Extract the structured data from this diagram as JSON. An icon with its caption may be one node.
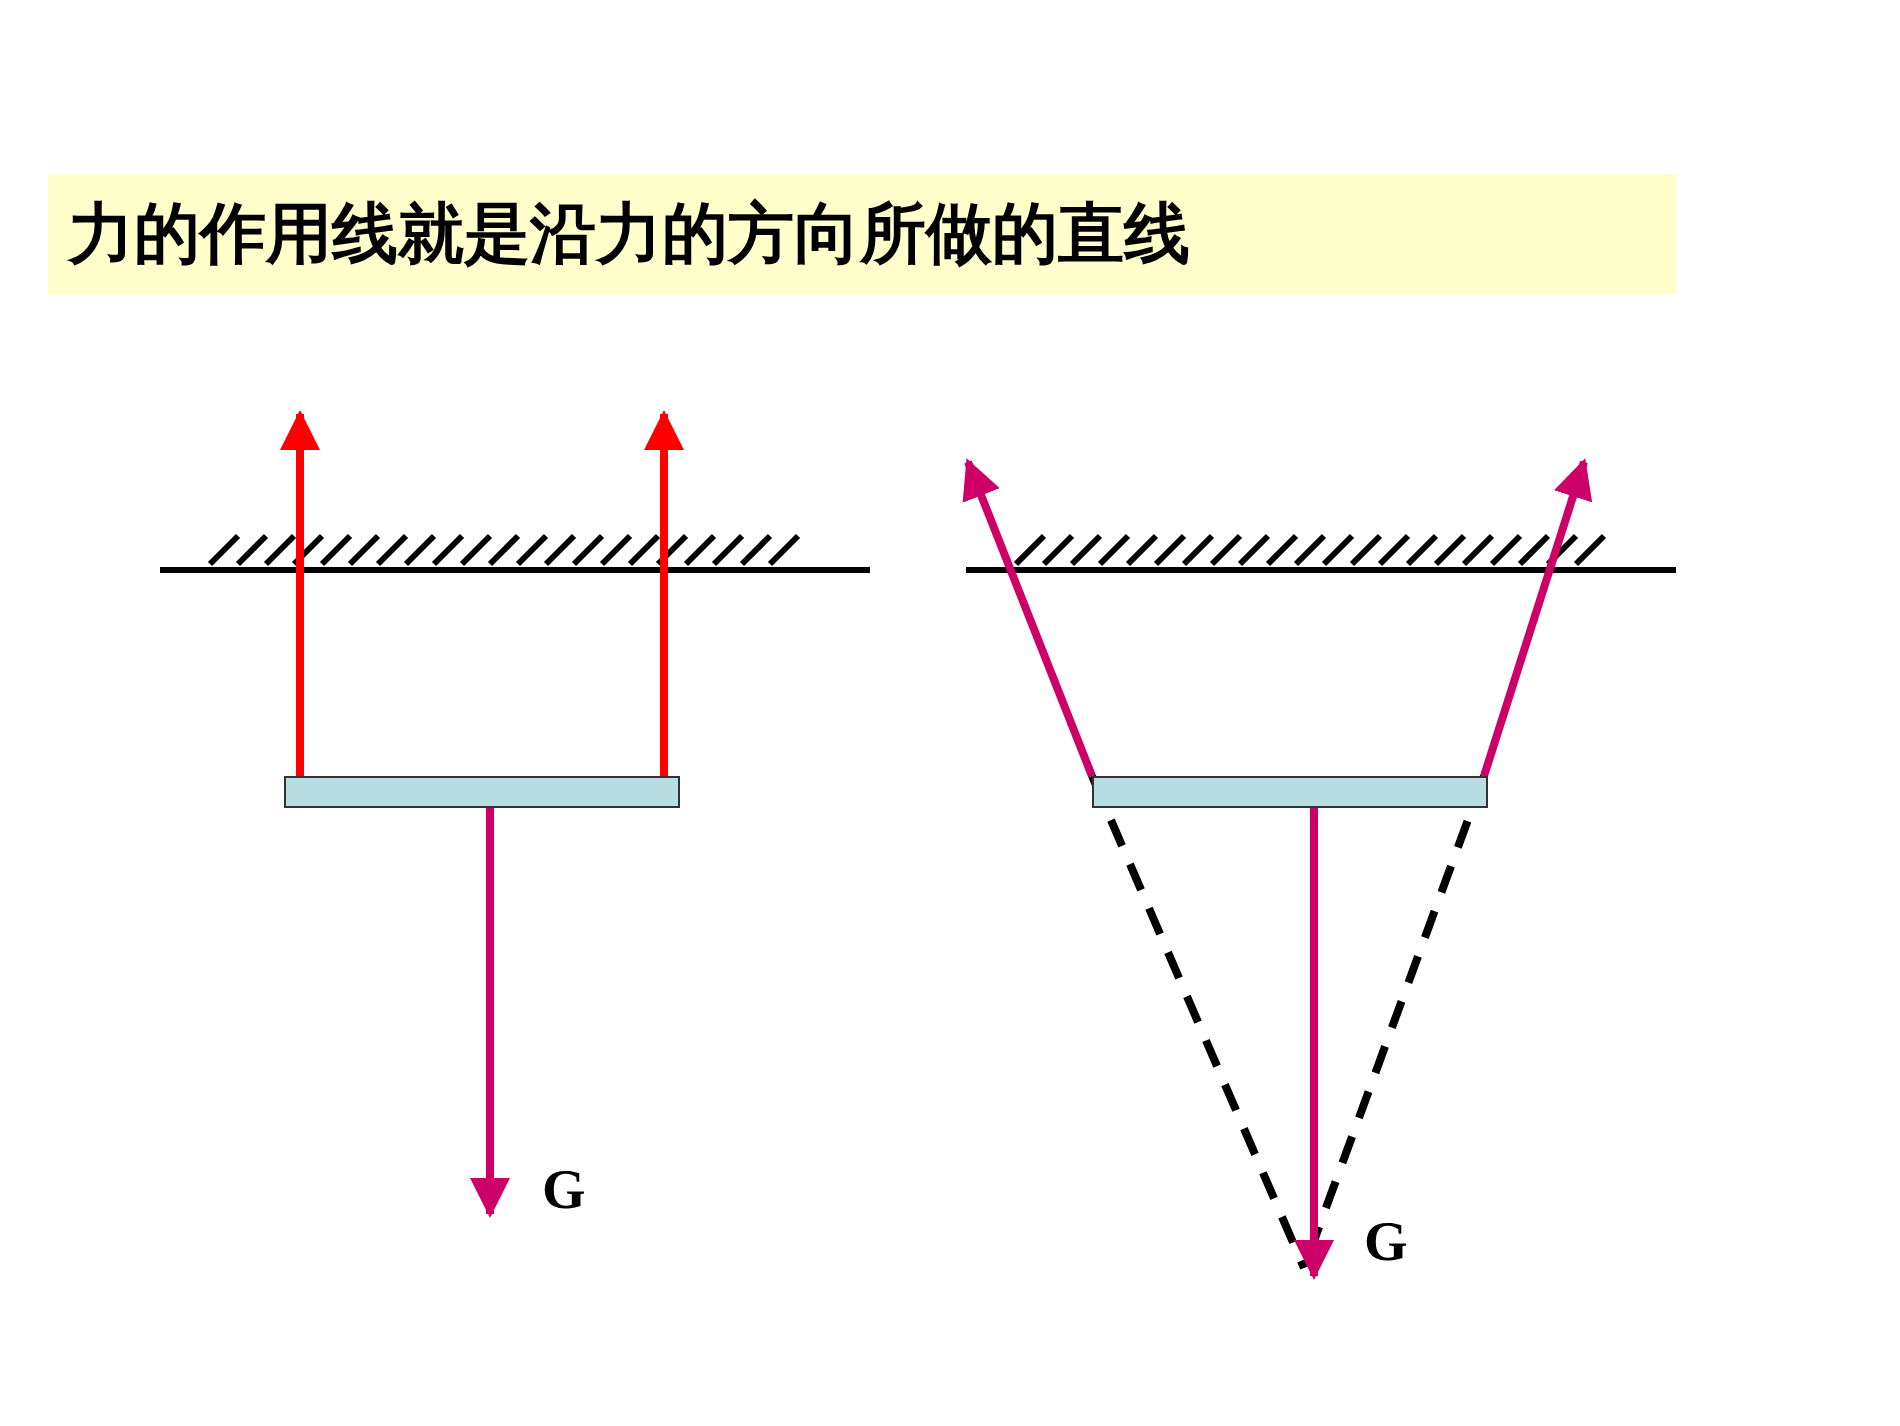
{
  "diagram": {
    "title": "力的作用线就是沿力的方向所做的直线",
    "nodes": [
      {
        "text": [],
        "shape": "bar"
      },
      {
        "text": [],
        "shape": "bar"
      }
    ],
    "edges": [
      {
        "from": 0,
        "to": null,
        "arrow": "to",
        "color": "#ff0000"
      },
      {
        "from": 0,
        "to": null,
        "arrow": "to",
        "color": "#ff0000"
      },
      {
        "from": 0,
        "to": null,
        "arrow": "to"
      },
      {
        "from": 1,
        "to": null,
        "arrow": "to"
      },
      {
        "from": 1,
        "to": null,
        "arrow": "to"
      },
      {
        "from": 1,
        "to": null,
        "arrow": "to"
      },
      {
        "from": 1,
        "to": null,
        "arrow": "none",
        "style": "dashed",
        "color": "#000000"
      },
      {
        "from": 1,
        "to": null,
        "arrow": "none",
        "style": "dashed",
        "color": "#000000"
      }
    ],
    "labels": [
      "G",
      "G"
    ]
  }
}
